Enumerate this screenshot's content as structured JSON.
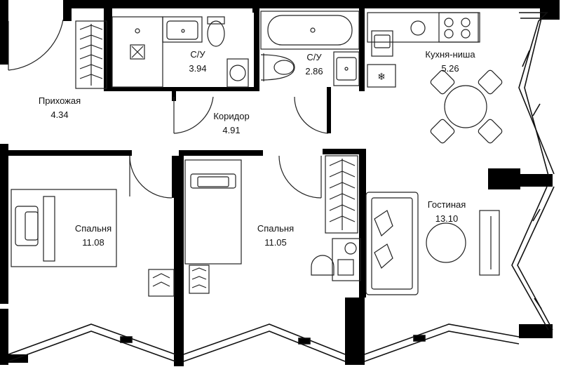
{
  "rooms": {
    "hallway": {
      "name": "Прихожая",
      "area": "4.34"
    },
    "bath1": {
      "name": "С/У",
      "area": "3.94"
    },
    "bath2": {
      "name": "С/У",
      "area": "2.86"
    },
    "kitchen": {
      "name": "Кухня-ниша",
      "area": "5.26"
    },
    "corridor": {
      "name": "Коридор",
      "area": "4.91"
    },
    "bedroom1": {
      "name": "Спальня",
      "area": "11.08"
    },
    "bedroom2": {
      "name": "Спальня",
      "area": "11.05"
    },
    "living": {
      "name": "Гостиная",
      "area": "13.10"
    }
  },
  "colors": {
    "wall": "#000000",
    "line": "#222222",
    "fill": "#ffffff"
  }
}
